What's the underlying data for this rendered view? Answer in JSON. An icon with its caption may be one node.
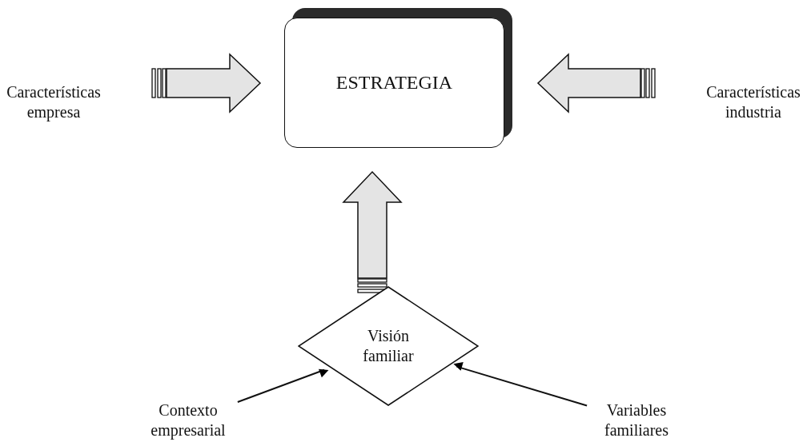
{
  "diagram": {
    "nodes": [
      {
        "text": [
          "ESTRATEGIA"
        ]
      },
      {
        "text": [
          "Características empresa"
        ]
      },
      {
        "text": [
          "Características industria"
        ]
      },
      {
        "text": [
          "Visión familiar"
        ]
      },
      {
        "text": [
          "Contexto empresarial"
        ]
      },
      {
        "text": [
          "Variables familiares"
        ]
      }
    ],
    "edges": [
      {
        "from": 1,
        "to": 0,
        "arrow": "to",
        "style": "thick"
      },
      {
        "from": 2,
        "to": 0,
        "arrow": "to",
        "style": "thick"
      },
      {
        "from": 3,
        "to": 0,
        "arrow": "to",
        "style": "thick"
      },
      {
        "from": 4,
        "to": 3,
        "arrow": "to"
      },
      {
        "from": 5,
        "to": 3,
        "arrow": "to"
      }
    ]
  }
}
